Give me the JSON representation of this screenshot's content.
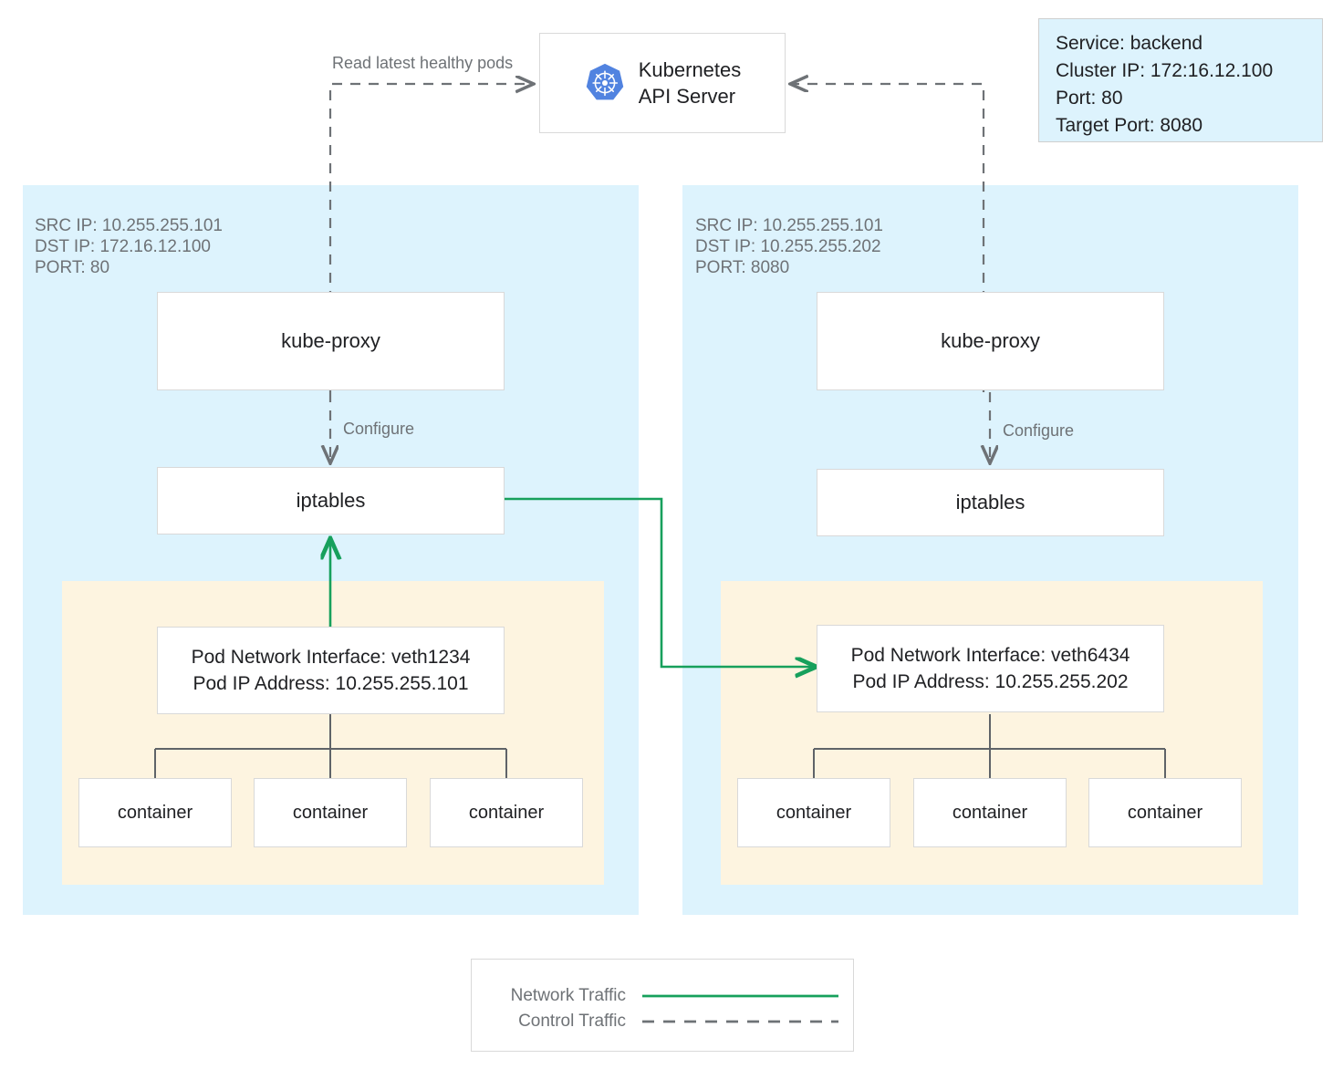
{
  "api_server": {
    "name": "Kubernetes API Server",
    "line1": "Kubernetes",
    "line2": "API Server",
    "icon": "kubernetes-logo-icon"
  },
  "service_info": {
    "lines": [
      "Service: backend",
      "Cluster IP: 172:16.12.100",
      "Port: 80",
      "Target Port: 8080"
    ]
  },
  "edges": {
    "read_pods_label": "Read latest healthy pods",
    "configure_label_left": "Configure",
    "configure_label_right": "Configure"
  },
  "nodes": [
    {
      "id": "node-left",
      "ip_lines": [
        "SRC IP: 10.255.255.101",
        "DST IP: 172.16.12.100",
        "PORT: 80"
      ],
      "kube_proxy_label": "kube-proxy",
      "iptables_label": "iptables",
      "pod": {
        "interface_line": "Pod Network Interface: veth1234",
        "ip_line": "Pod IP Address: 10.255.255.101",
        "containers": [
          "container",
          "container",
          "container"
        ]
      }
    },
    {
      "id": "node-right",
      "ip_lines": [
        "SRC IP: 10.255.255.101",
        "DST IP: 10.255.255.202",
        "PORT: 8080"
      ],
      "kube_proxy_label": "kube-proxy",
      "iptables_label": "iptables",
      "pod": {
        "interface_line": "Pod Network Interface: veth6434",
        "ip_line": "Pod IP Address: 10.255.255.202",
        "containers": [
          "container",
          "container",
          "container"
        ]
      }
    }
  ],
  "legend": {
    "network_traffic_label": "Network Traffic",
    "control_traffic_label": "Control Traffic"
  },
  "colors": {
    "network_traffic": "#17a05c",
    "control_traffic": "#6e7276",
    "node_background": "#ddf3fd",
    "pod_background": "#fdf4e0",
    "kubernetes_blue": "#5183e0"
  }
}
